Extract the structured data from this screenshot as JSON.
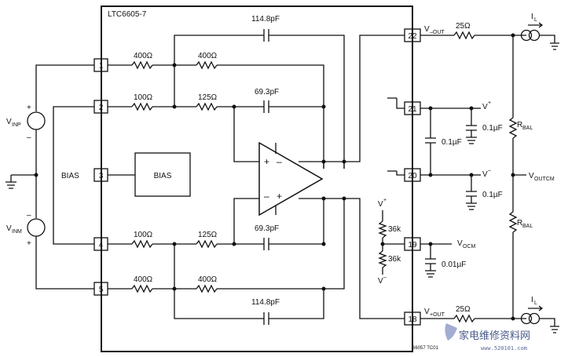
{
  "part": "LTC6605-7",
  "pins": [
    "1",
    "2",
    "3",
    "4",
    "5",
    "18",
    "19",
    "20",
    "21",
    "22"
  ],
  "resistors": {
    "r1_top": "400Ω",
    "r2_top": "400Ω",
    "r1_mid": "100Ω",
    "r2_mid": "125Ω",
    "r1_low": "100Ω",
    "r2_low": "125Ω",
    "r1_bot": "400Ω",
    "r2_bot": "400Ω",
    "rout_top": "25Ω",
    "rout_bot": "25Ω",
    "rdiv_top": "36k",
    "rdiv_bot": "36k"
  },
  "capacitors": {
    "c_top": "114.8pF",
    "c_mid": "69.3pF",
    "c_low": "69.3pF",
    "c_bot": "114.8pF",
    "c_vplus": "0.1µF",
    "c_between": "0.1µF",
    "c_vminus": "0.1µF",
    "c_vocm": "0.01µF"
  },
  "labels": {
    "vinp": "V",
    "vinp_sub": "INP",
    "vinm": "V",
    "vinm_sub": "INM",
    "bias_pin": "BIAS",
    "bias_block": "BIAS",
    "vmout": "V",
    "vmout_sub": "–OUT",
    "vpout": "V",
    "vpout_sub": "+OUT",
    "vplus": "V",
    "vplus_sup": "+",
    "vminus": "V",
    "vminus_sup": "–",
    "vocm": "V",
    "vocm_sub": "OCM",
    "voutcm": "V",
    "voutcm_sub": "OUTCM",
    "rbal_top": "R",
    "rbal_top_sub": "BAL",
    "rbal_bot": "R",
    "rbal_bot_sub": "BAL",
    "il_top": "I",
    "il_top_sub": "L",
    "il_bot": "I",
    "il_bot_sub": "L",
    "div_vplus": "V",
    "div_vplus_sup": "+",
    "div_vminus": "V",
    "div_vminus_sup": "–",
    "plus": "+",
    "minus": "–",
    "fig_code": "66057 TC01"
  },
  "watermark": {
    "text": "家电维修资料网",
    "url": "www.520101.com"
  }
}
